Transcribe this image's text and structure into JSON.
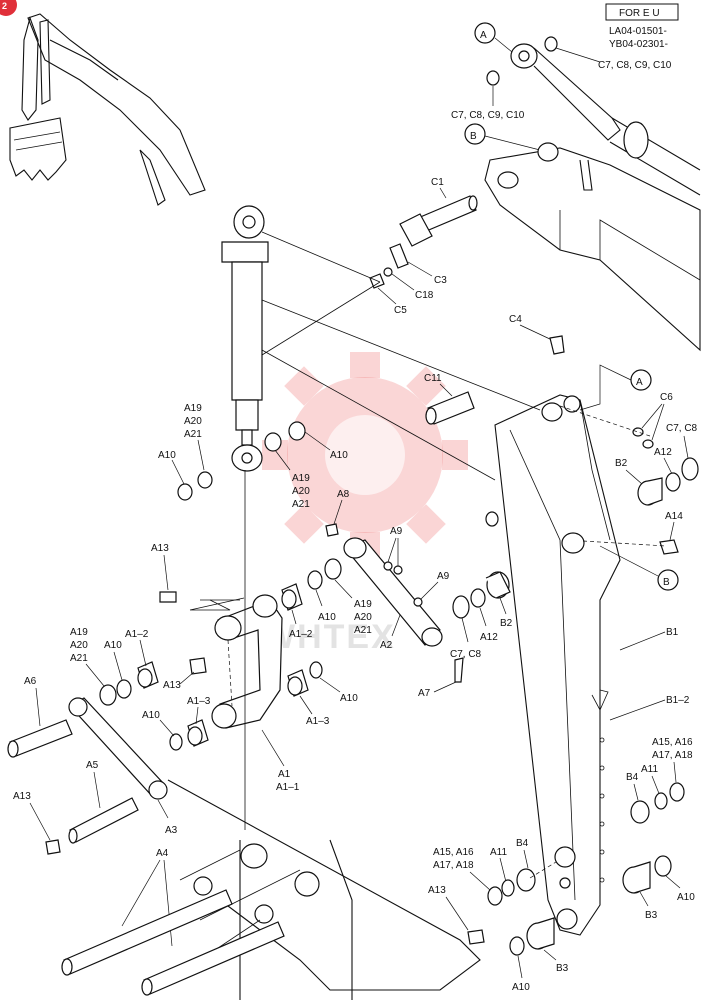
{
  "page_badge": "2",
  "header": {
    "region": "FOR E U",
    "serial_1": "LA04-01501-",
    "serial_2": "YB04-02301-"
  },
  "watermark": "WHTEX",
  "callouts": {
    "A": "A",
    "B": "B",
    "A_2": "A",
    "B_2": "B"
  },
  "labels": {
    "c7_c8_c9_c10_top": "C7, C8, C9, C10",
    "c7_c8_c9_c10_mid": "C7, C8, C9, C10",
    "c1": "C1",
    "c3": "C3",
    "c18": "C18",
    "c5": "C5",
    "c4": "C4",
    "c11": "C11",
    "c6": "C6",
    "c7_c8_right": "C7, C8",
    "b2_right": "B2",
    "a12_right": "A12",
    "a14": "A14",
    "a19_a20_a21_left": [
      "A19",
      "A20",
      "A21"
    ],
    "a10_cyl_left": "A10",
    "a10_cyl_right": "A10",
    "a19_a20_a21_cyl": [
      "A19",
      "A20",
      "A21"
    ],
    "a8": "A8",
    "a9_top": "A9",
    "a9_lower": "A9",
    "a13_top": "A13",
    "a19_a20_a21_link": [
      "A19",
      "A20",
      "A21"
    ],
    "a19_a20_a21_mid": [
      "A19",
      "A20",
      "A21"
    ],
    "a10_mid_left": "A10",
    "a1_2_left": "A1–2",
    "a1_2_right": "A1–2",
    "a13_mid": "A13",
    "a2": "A2",
    "c7_c8_lower": "C7, C8",
    "a12_lower": "A12",
    "b2_lower": "B2",
    "a7": "A7",
    "b1": "B1",
    "b1_2": "B1–2",
    "a6": "A6",
    "a10_left_low": "A10",
    "a1_3_left": "A1–3",
    "a1_3_right": "A1–3",
    "a10_right_low": "A10",
    "a1": "A1",
    "a1_1": "A1–1",
    "a5": "A5",
    "a13_bottom_left": "A13",
    "a3": "A3",
    "a4": "A4",
    "a15_a16_a17_a18_right": [
      "A15, A16",
      "A17, A18"
    ],
    "a11_right": "A11",
    "b4_right": "B4",
    "a15_a16_a17_a18_left": [
      "A15, A16",
      "A17, A18"
    ],
    "a11_left": "A11",
    "b4_left": "B4",
    "a13_bottom_right": "A13",
    "b3_right": "B3",
    "a10_far_right": "A10",
    "b3_bottom": "B3",
    "a10_bottom": "A10"
  },
  "colors": {
    "badge": "#e0303a",
    "watermark": "#f08080",
    "line": "#111111"
  }
}
